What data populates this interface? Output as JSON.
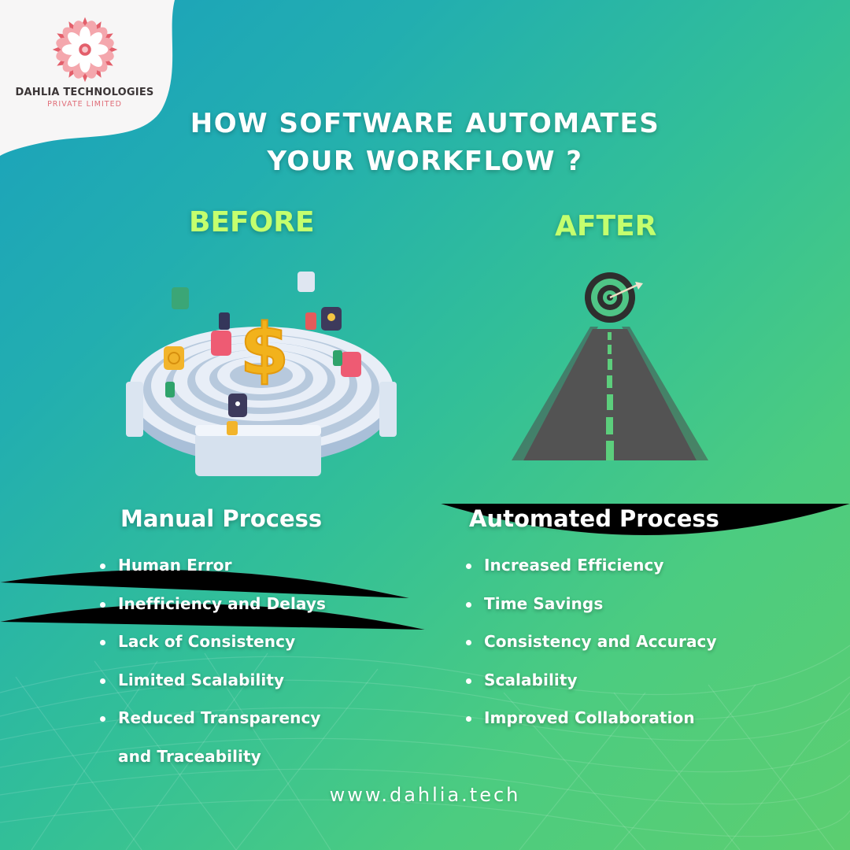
{
  "brand": {
    "name": "DAHLIA TECHNOLOGIES",
    "subtitle": "PRIVATE LIMITED",
    "logo_icon": "dahlia-flower-icon",
    "colors": {
      "petal_dark": "#e35f6b",
      "petal_light": "#f4a7ad",
      "text_dark": "#3b3536",
      "subtitle": "#e06d78"
    }
  },
  "header": {
    "title_line1": "HOW SOFTWARE AUTOMATES",
    "title_line2": "YOUR WORKFLOW ?"
  },
  "before": {
    "label": "BEFORE",
    "illustration": "maze-with-dollar-icon",
    "heading": "Manual Process",
    "points": [
      "Human Error",
      "Inefficiency and Delays",
      "Lack of Consistency",
      "Limited Scalability",
      "Reduced Transparency",
      "and Traceability"
    ]
  },
  "after": {
    "label": "AFTER",
    "illustration": "road-to-target-icon",
    "heading": "Automated Process",
    "points": [
      "Increased Efficiency",
      "Time Savings",
      "Consistency and Accuracy",
      "Scalability",
      "Improved Collaboration"
    ]
  },
  "footer": {
    "website": "www.dahlia.tech"
  },
  "theme": {
    "gradient_start": "#1aa0bd",
    "gradient_end": "#5cce70",
    "label_color": "#c4ff6e",
    "text_color": "#ffffff"
  }
}
